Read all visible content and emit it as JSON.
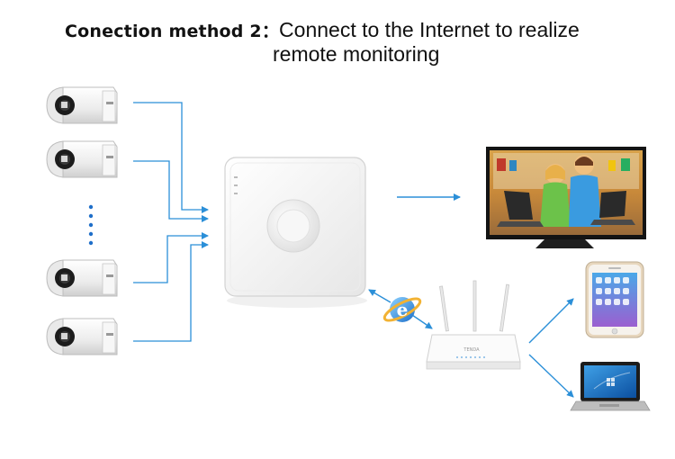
{
  "title": {
    "line1_lead": "Conection method 2：",
    "line1_rest": "Connect to the Internet to realize",
    "line2": "remote monitoring"
  },
  "colors": {
    "arrow": "#2b8fd8",
    "camera_body": "#f4f4f4",
    "nvr_body": "#fafafa",
    "tv_frame": "#1a1a1a"
  },
  "icons": {
    "camera": "bullet-camera-icon",
    "nvr": "nvr-recorder-icon",
    "tv": "television-icon",
    "internet": "internet-explorer-icon",
    "router": "wifi-router-icon",
    "phone": "smartphone-icon",
    "laptop": "laptop-icon"
  }
}
